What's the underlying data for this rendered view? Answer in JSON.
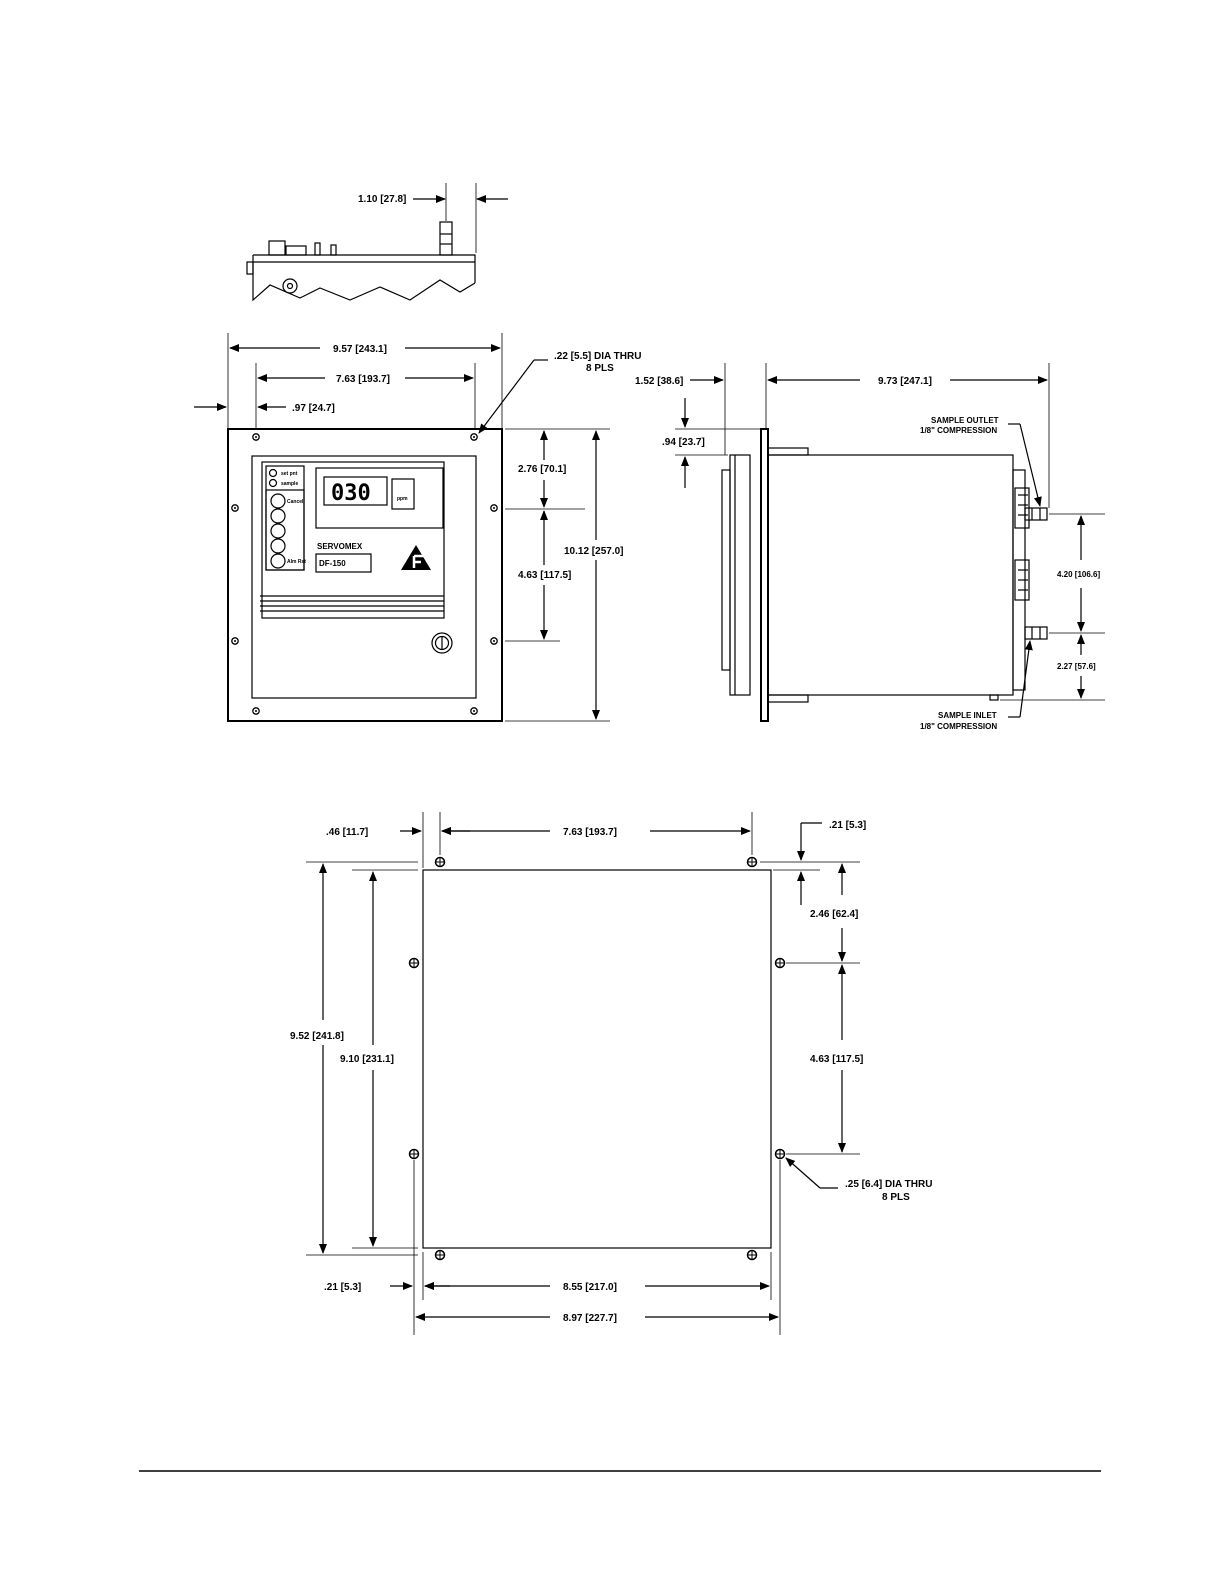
{
  "top_view": {
    "dim_fitting": "1.10  [27.8]"
  },
  "front_view": {
    "dim_overall_width": "9.57  [243.1]",
    "dim_hole_spacing": "7.63  [193.7]",
    "dim_edge_offset": ".97  [24.7]",
    "hole_note_line1": ".22  [5.5]  DIA  THRU",
    "hole_note_line2": "8  PLS",
    "dim_top_to_hole": "2.76  [70.1]",
    "dim_hole_to_hole": "4.63  [117.5]",
    "dim_overall_height": "10.12  [257.0]",
    "display_value": "030",
    "display_unit": "ppm",
    "led_labels": [
      "set pnt",
      "sample"
    ],
    "button_labels": [
      "Cancel",
      "",
      "",
      "",
      "Alm Rst"
    ],
    "brand": "SERVOMEX",
    "model": "DF-150"
  },
  "side_view": {
    "dim_bezel_depth": "1.52  [38.6]",
    "dim_body_depth": "9.73  [247.1]",
    "dim_flange_offset": ".94  [23.7]",
    "outlet_label_line1": "SAMPLE OUTLET",
    "outlet_label_line2": "1/8\" COMPRESSION",
    "dim_port_spacing": "4.20  [106.6]",
    "dim_inlet_height": "2.27  [57.6]",
    "inlet_label_line1": "SAMPLE INLET",
    "inlet_label_line2": "1/8\" COMPRESSION"
  },
  "cutout_view": {
    "dim_left_offset": ".46  [11.7]",
    "dim_hole_spacing": "7.63  [193.7]",
    "dim_top_offset": ".21  [5.3]",
    "dim_top_to_hole": "2.46  [62.4]",
    "dim_hole_to_hole": "4.63  [117.5]",
    "dim_overall_height": "9.52  [241.8]",
    "dim_cutout_height": "9.10  [231.1]",
    "hole_note_line1": ".25  [6.4]  DIA  THRU",
    "hole_note_line2": "8  PLS",
    "dim_bottom_offset": ".21  [5.3]",
    "dim_cutout_width": "8.55  [217.0]",
    "dim_overall_width": "8.97  [227.7]"
  }
}
